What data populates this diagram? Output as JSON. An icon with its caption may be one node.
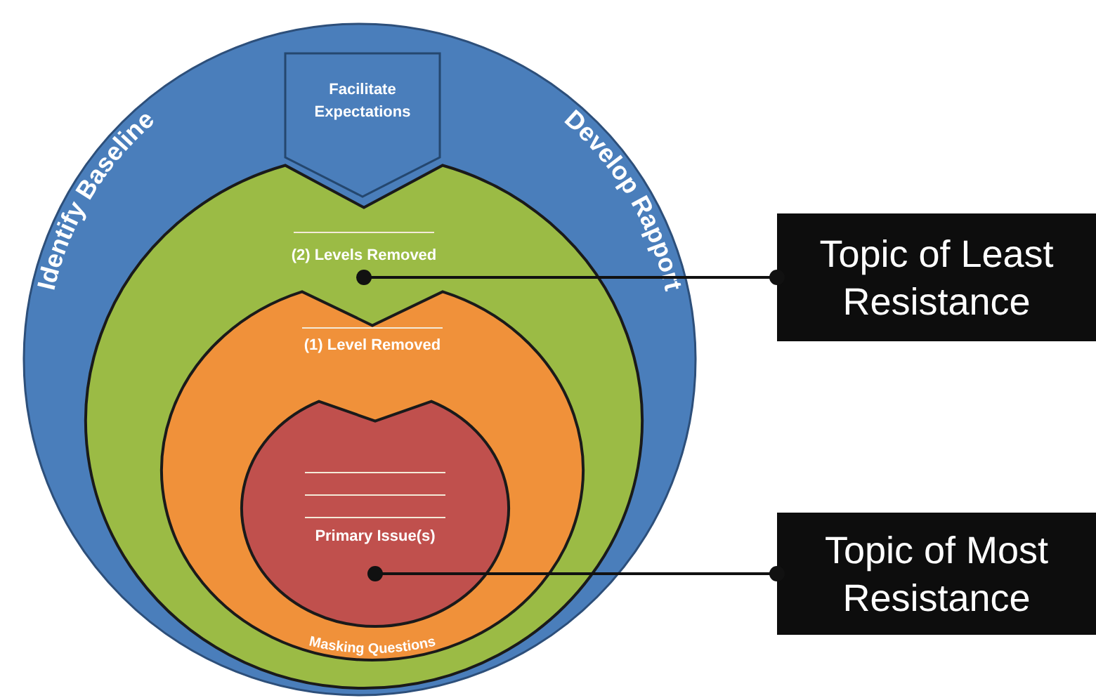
{
  "diagram": {
    "nodes": [
      {
        "text": [
          "Identify Baseline",
          "Develop Rapport"
        ]
      },
      {
        "text": [
          "Facilitate Expectations"
        ],
        "in": 0
      },
      {
        "text": [
          "(2) Levels Removed"
        ],
        "in": 0
      },
      {
        "text": [
          "(1) Level Removed",
          "Masking Questions"
        ],
        "in": 2
      },
      {
        "text": [
          "Primary Issue(s)"
        ],
        "in": 3
      },
      {
        "text": [
          "Topic of Least Resistance"
        ]
      },
      {
        "text": [
          "Topic of Most Resistance"
        ]
      }
    ],
    "edges": [
      {
        "from": 5,
        "to": 2,
        "arrow": "other"
      },
      {
        "from": 6,
        "to": 4,
        "arrow": "other"
      }
    ]
  }
}
